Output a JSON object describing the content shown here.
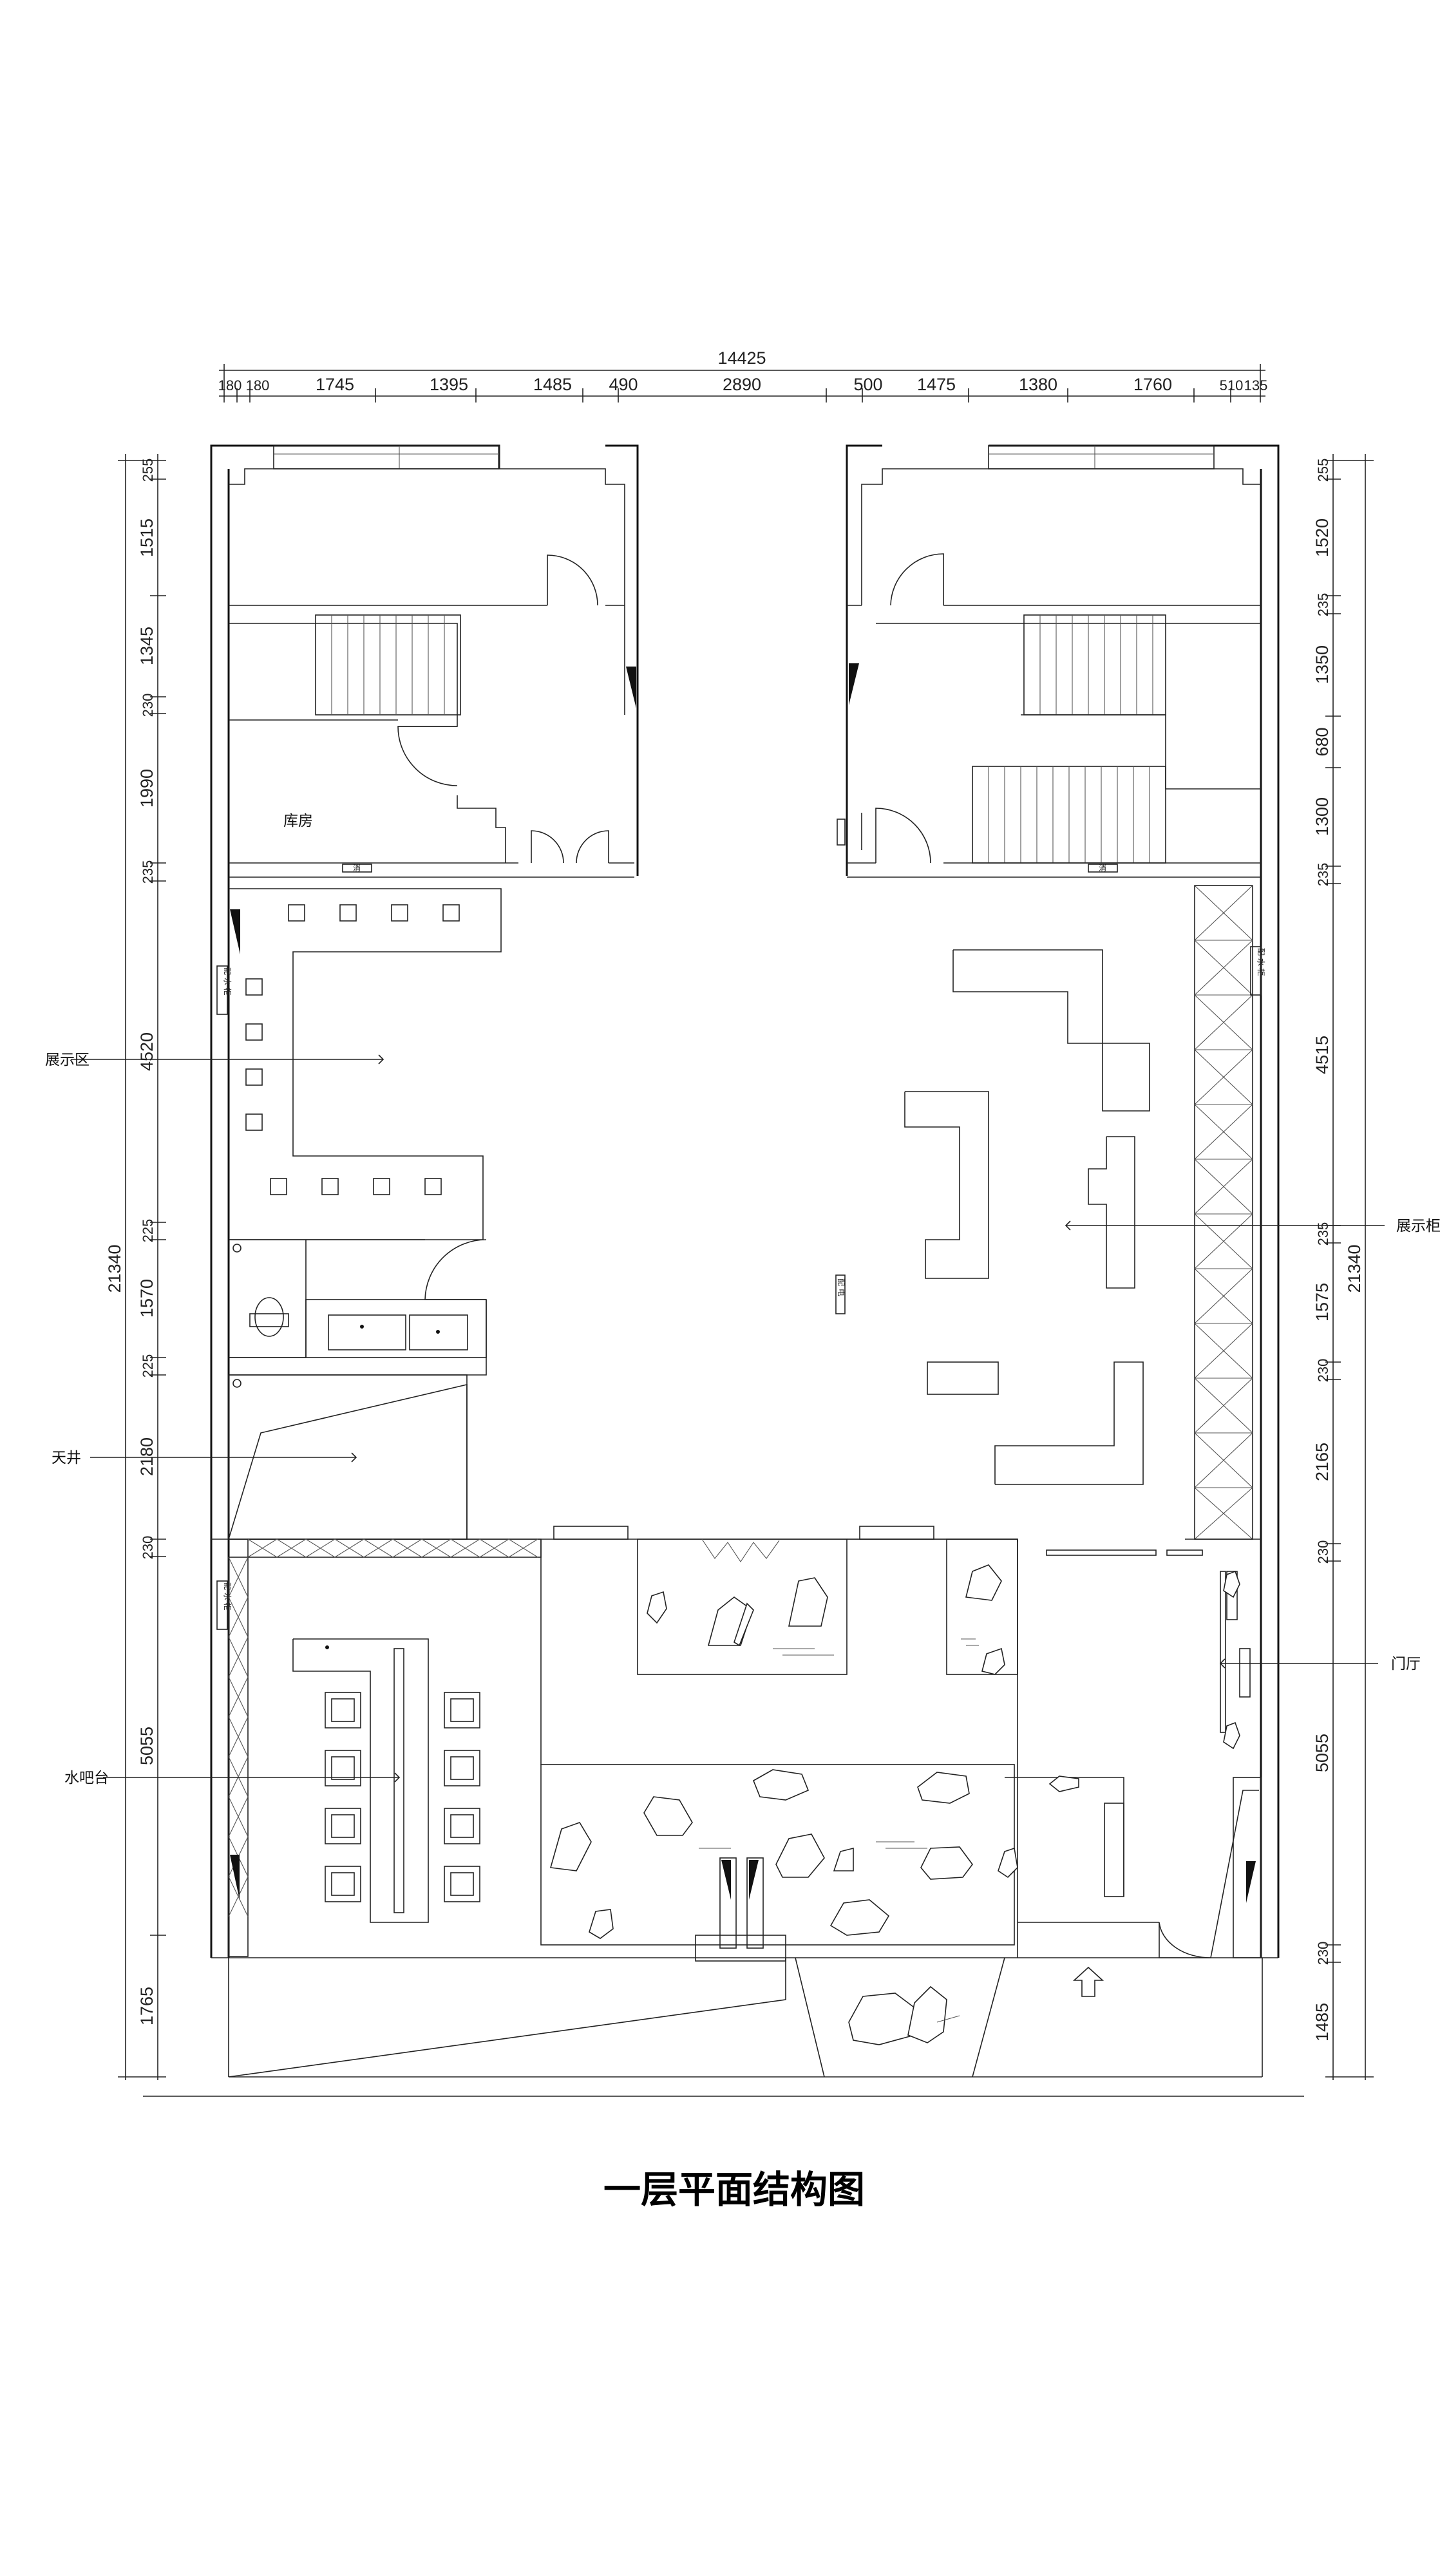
{
  "title": "一层平面结构图",
  "dimensions": {
    "top_total": "14425",
    "top": [
      "180",
      "180",
      "1745",
      "1395",
      "1485",
      "490",
      "2890",
      "500",
      "1475",
      "1380",
      "1760",
      "510",
      "135"
    ],
    "left_total": "21340",
    "left": [
      "255",
      "1515",
      "1345",
      "230",
      "1990",
      "235",
      "4520",
      "225",
      "1570",
      "225",
      "2180",
      "230",
      "5055",
      "1765"
    ],
    "right_total": "21340",
    "right": [
      "255",
      "1520",
      "235",
      "1350",
      "680",
      "1300",
      "235",
      "4515",
      "235",
      "1575",
      "230",
      "2165",
      "230",
      "5055",
      "230",
      "1485"
    ]
  },
  "rooms": {
    "storage": "库房"
  },
  "callouts": {
    "display_area": "展示区",
    "patio": "天井",
    "water_bar": "水吧台",
    "display_cabinet": "展示柜",
    "foyer": "门厅"
  },
  "small_tags": {
    "a": "消",
    "b": "消",
    "c": "配 水 柜",
    "d": "配 水 柜",
    "e": "配 水 柜",
    "f": "配 电"
  }
}
